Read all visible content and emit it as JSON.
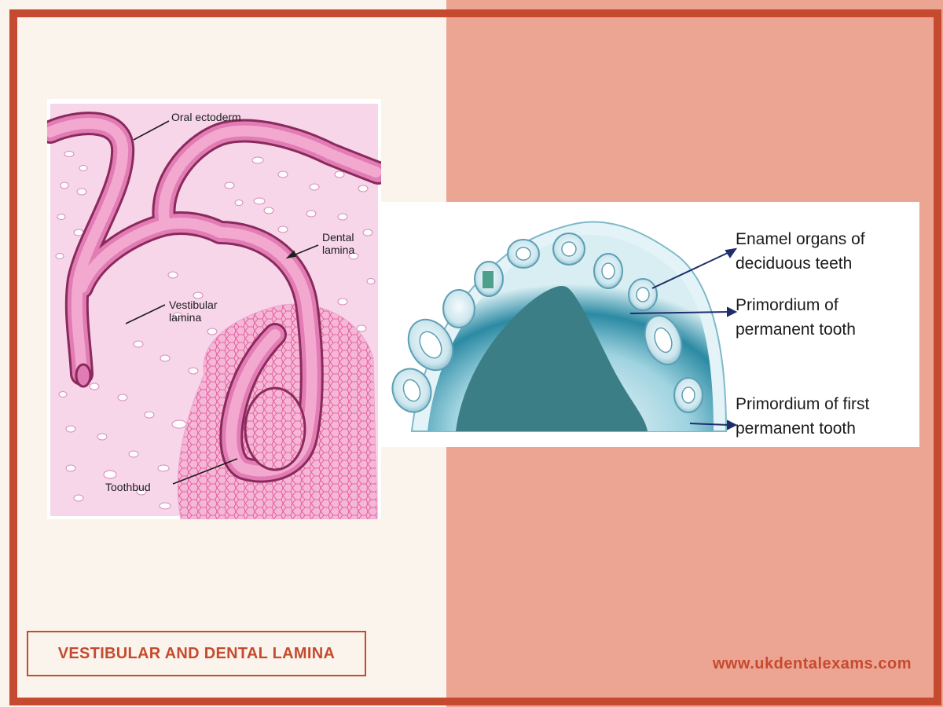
{
  "colors": {
    "accent": "#c54a2f",
    "panel_left": "#fbf4ec",
    "panel_right": "#eda593",
    "tissue_pink": "#f7d6ea",
    "epithelium": "#b54d86",
    "palate_teal": "#3c7e86",
    "tooth_light": "#d8eef3"
  },
  "histology": {
    "labels": {
      "oral_ectoderm": "Oral ectoderm",
      "dental_lamina": "Dental\nlamina",
      "vestibular_lamina": "Vestibular\nlamina",
      "toothbud": "Toothbud"
    }
  },
  "arch": {
    "labels": {
      "enamel_organs": "Enamel organs of\ndeciduous teeth",
      "primordium_permanent": "Primordium of\npermanent tooth",
      "primordium_first": "Primordium of first\npermanent tooth"
    }
  },
  "footer": {
    "title": "VESTIBULAR AND DENTAL LAMINA",
    "website": "www.ukdentalexams.com"
  }
}
